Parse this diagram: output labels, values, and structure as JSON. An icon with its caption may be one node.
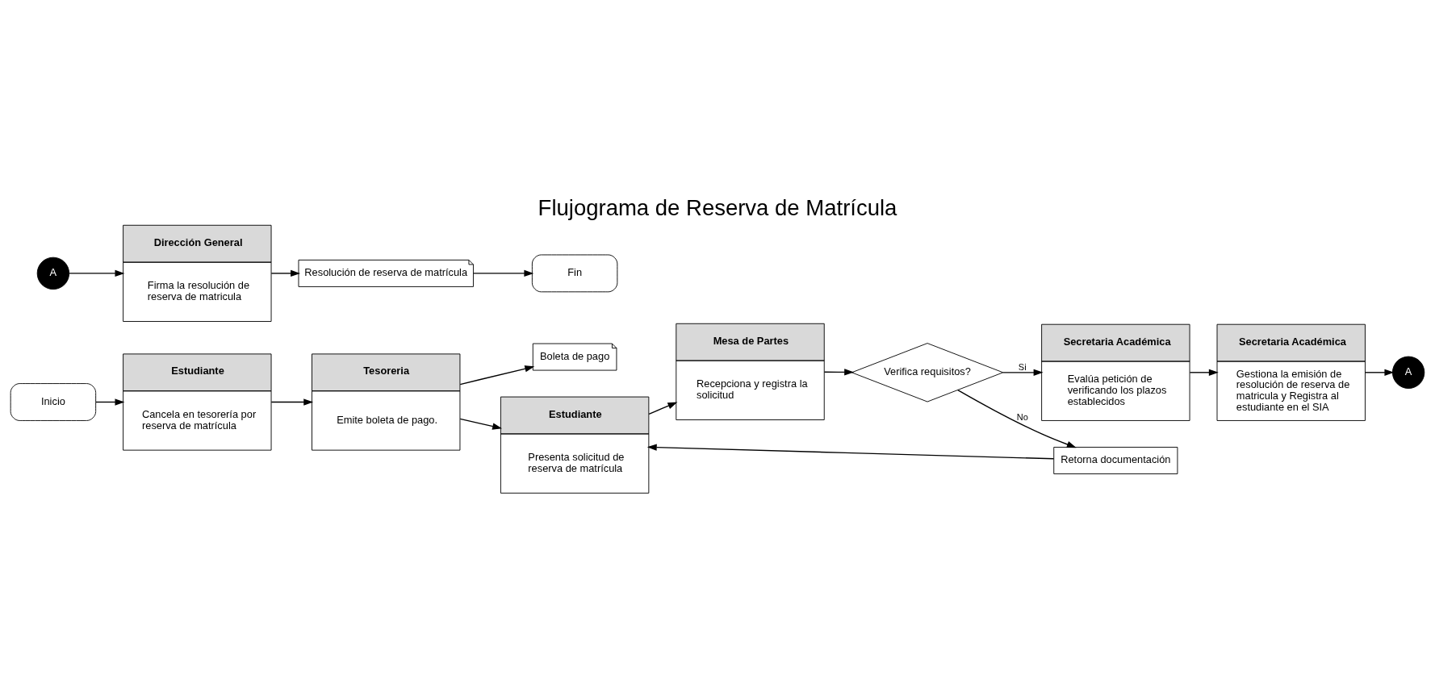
{
  "diagram": {
    "title": "Flujograma de Reserva de Matrícula",
    "nodes": [
      {
        "text": [
          "Inicio"
        ]
      },
      {
        "text": [
          "Estudiante",
          "Cancela en tesorería por reserva de matrícula"
        ]
      },
      {
        "text": [
          "Tesoreria",
          "Emite boleta de pago."
        ]
      },
      {
        "text": [
          "Boleta de pago"
        ]
      },
      {
        "text": [
          "Estudiante",
          "Presenta solicitud de reserva de matrícula"
        ]
      },
      {
        "text": [
          "Mesa de Partes",
          "Recepciona y registra la solicitud"
        ]
      },
      {
        "text": [
          "Verifica requisitos?"
        ]
      },
      {
        "text": [
          "Retorna documentación"
        ]
      },
      {
        "text": [
          "Secretaria Académica",
          "Evalúa petición de verificando los plazos establecidos"
        ]
      },
      {
        "text": [
          "Secretaria Académica",
          "Gestiona la emisión de resolución de reserva de matricula y Registra al estudiante en el SIA"
        ]
      },
      {
        "text": [
          "A"
        ]
      },
      {
        "text": [
          "A"
        ]
      },
      {
        "text": [
          "Dirección General",
          "Firma la resolución de reserva de matricula"
        ]
      },
      {
        "text": [
          "Resolución de reserva de matrícula"
        ]
      },
      {
        "text": [
          "Fin"
        ]
      }
    ],
    "edges": [
      {
        "from": 0,
        "to": 1,
        "arrow": "to"
      },
      {
        "from": 1,
        "to": 2,
        "arrow": "to"
      },
      {
        "from": 2,
        "to": 3,
        "arrow": "to"
      },
      {
        "from": 2,
        "to": 4,
        "arrow": "to"
      },
      {
        "from": 4,
        "to": 5,
        "arrow": "to"
      },
      {
        "from": 5,
        "to": 6,
        "arrow": "to"
      },
      {
        "from": 6,
        "to": 7,
        "arrow": "to",
        "label": "No"
      },
      {
        "from": 7,
        "to": 4,
        "arrow": "to"
      },
      {
        "from": 6,
        "to": 8,
        "arrow": "to",
        "label": "Si"
      },
      {
        "from": 8,
        "to": 9,
        "arrow": "to"
      },
      {
        "from": 9,
        "to": 10,
        "arrow": "to"
      },
      {
        "from": 11,
        "to": 12,
        "arrow": "to"
      },
      {
        "from": 12,
        "to": 13,
        "arrow": "to"
      },
      {
        "from": 13,
        "to": 14,
        "arrow": "to"
      }
    ]
  }
}
